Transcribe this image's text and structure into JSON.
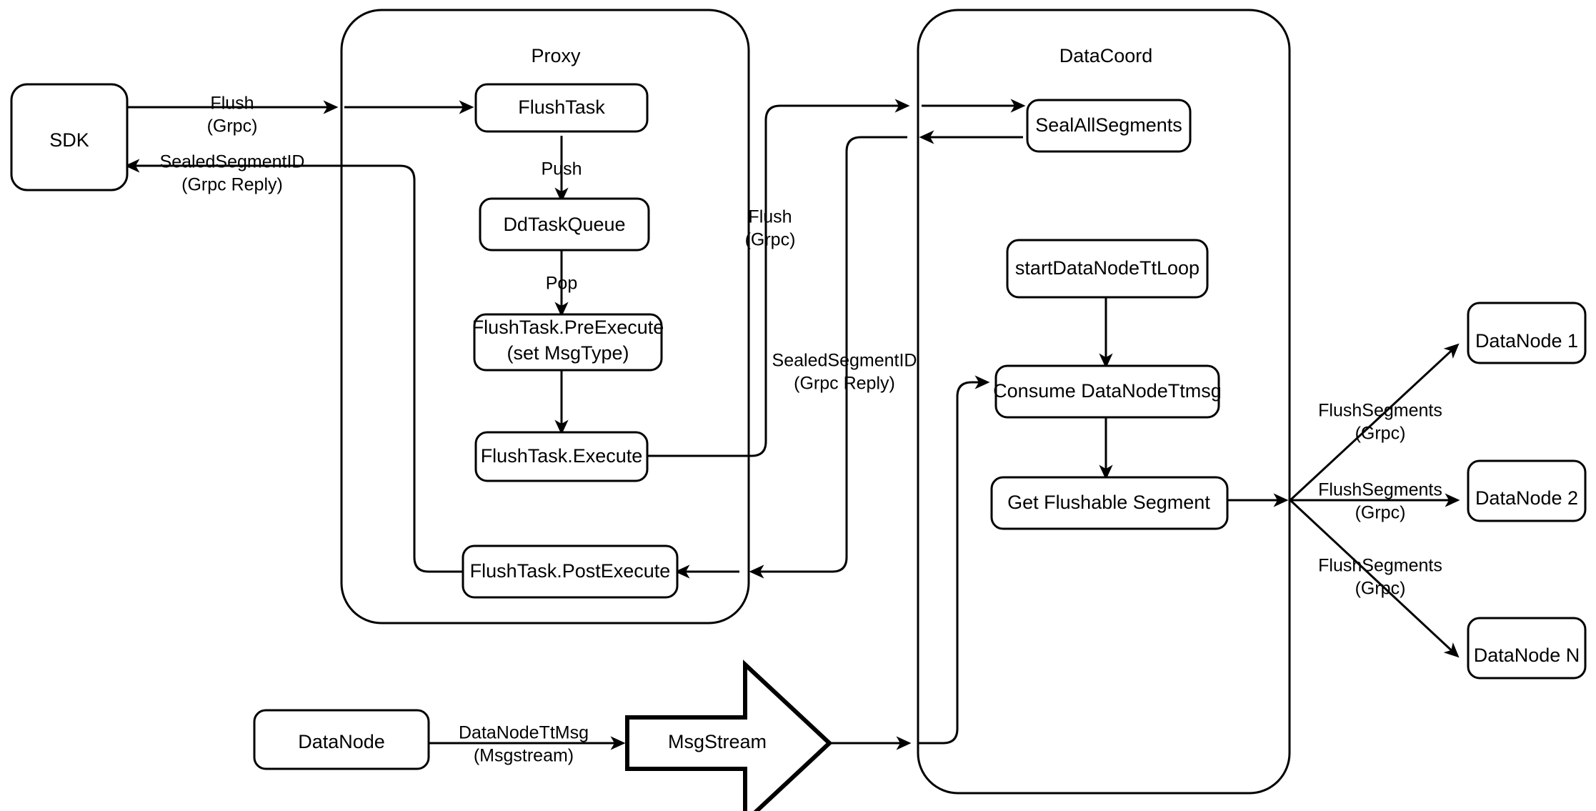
{
  "diagram": {
    "title_present": false,
    "colors": {
      "background": "#ffffff",
      "stroke": "#000000",
      "fill": "#ffffff"
    },
    "containers": [
      {
        "id": "proxy",
        "label": "Proxy"
      },
      {
        "id": "datacoord",
        "label": "DataCoord"
      }
    ],
    "nodes": [
      {
        "id": "sdk",
        "label": "SDK"
      },
      {
        "id": "flushtask",
        "label": "FlushTask"
      },
      {
        "id": "ddtaskqueue",
        "label": "DdTaskQueue"
      },
      {
        "id": "preexecute_line1",
        "label": "FlushTask.PreExecute"
      },
      {
        "id": "preexecute_line2",
        "label": "(set MsgType)"
      },
      {
        "id": "execute",
        "label": "FlushTask.Execute"
      },
      {
        "id": "postexecute",
        "label": "FlushTask.PostExecute"
      },
      {
        "id": "sealallsegments",
        "label": "SealAllSegments"
      },
      {
        "id": "startdatanodettloop",
        "label": "startDataNodeTtLoop"
      },
      {
        "id": "consumedatanodettmsg",
        "label": "Consume DataNodeTtmsg"
      },
      {
        "id": "getflushablesegment",
        "label": "Get Flushable Segment"
      },
      {
        "id": "datanode1",
        "label": "DataNode 1"
      },
      {
        "id": "datanode2",
        "label": "DataNode 2"
      },
      {
        "id": "datanoden",
        "label": "DataNode N"
      },
      {
        "id": "datanode_bottom",
        "label": "DataNode"
      },
      {
        "id": "msgstream",
        "label": "MsgStream"
      }
    ],
    "edge_labels": [
      {
        "id": "sdk-to-proxy",
        "line1": "Flush",
        "line2": "(Grpc)"
      },
      {
        "id": "proxy-to-sdk",
        "line1": "SealedSegmentID",
        "line2": "(Grpc Reply)"
      },
      {
        "id": "proxy-to-datacoord",
        "line1": "Flush",
        "line2": "(Grpc)"
      },
      {
        "id": "datacoord-to-proxy",
        "line1": "SealedSegmentID",
        "line2": "(Grpc Reply)"
      },
      {
        "id": "push",
        "line1": "Push",
        "line2": ""
      },
      {
        "id": "pop",
        "line1": "Pop",
        "line2": ""
      },
      {
        "id": "datanode-ttmsg",
        "line1": "DataNodeTtMsg",
        "line2": "(Msgstream)"
      },
      {
        "id": "flushsegments-1",
        "line1": "FlushSegments",
        "line2": "(Grpc)"
      },
      {
        "id": "flushsegments-2",
        "line1": "FlushSegments",
        "line2": "(Grpc)"
      },
      {
        "id": "flushsegments-n",
        "line1": "FlushSegments",
        "line2": "(Grpc)"
      }
    ]
  }
}
